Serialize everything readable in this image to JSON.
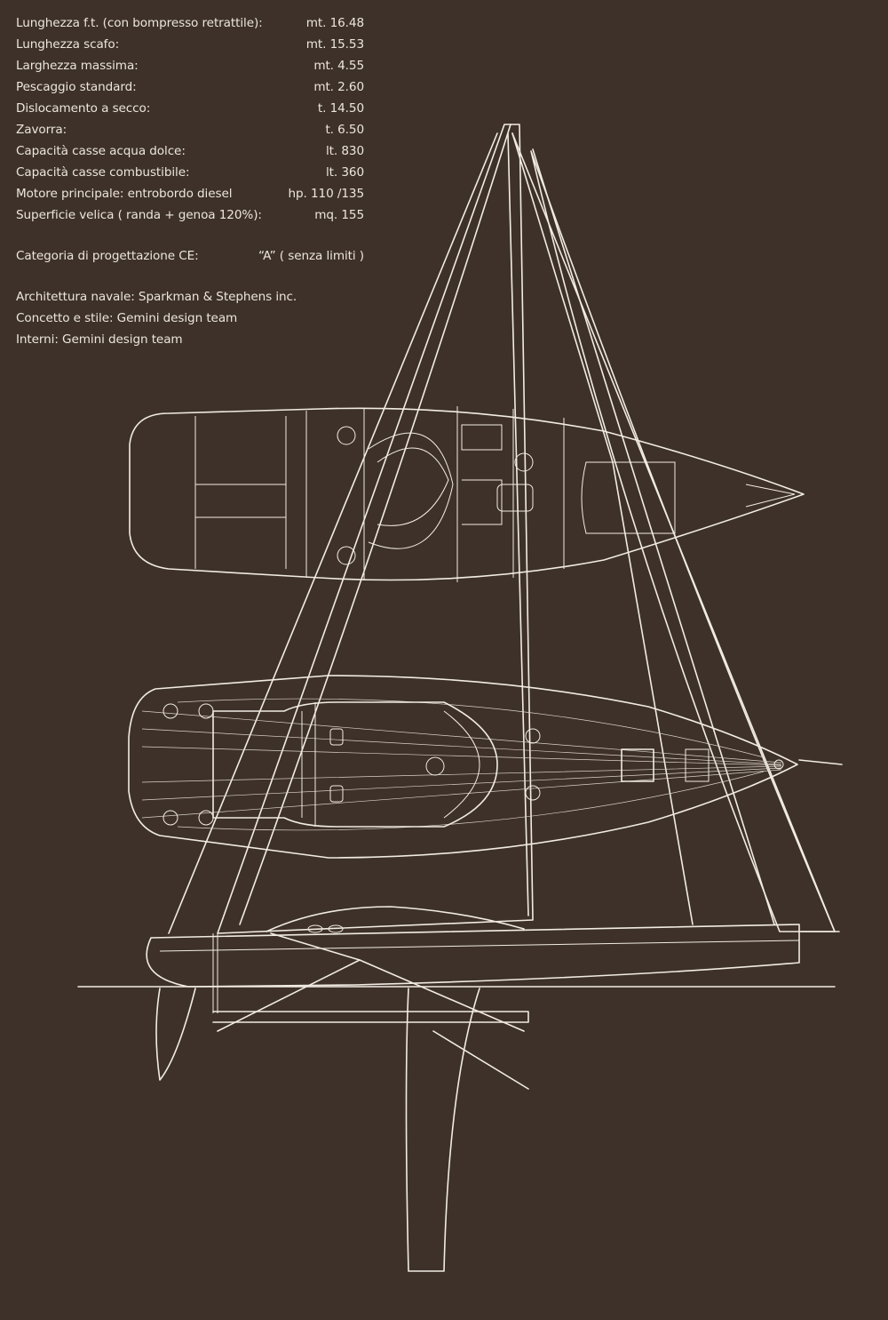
{
  "specs": {
    "rows": [
      {
        "label": "Lunghezza f.t. (con bompresso retrattile):",
        "value": "mt. 16.48"
      },
      {
        "label": "Lunghezza scafo:",
        "value": "mt. 15.53"
      },
      {
        "label": "Larghezza massima:",
        "value": "mt. 4.55"
      },
      {
        "label": "Pescaggio standard:",
        "value": "mt. 2.60"
      },
      {
        "label": "Dislocamento a secco:",
        "value": "t. 14.50"
      },
      {
        "label": "Zavorra:",
        "value": "t. 6.50"
      },
      {
        "label": "Capacità casse acqua dolce:",
        "value": "lt. 830"
      },
      {
        "label": "Capacità casse combustibile:",
        "value": "lt. 360"
      },
      {
        "label": "Motore principale: entrobordo diesel",
        "value": "hp. 110 /135"
      },
      {
        "label": "Superficie velica ( randa + genoa 120%):",
        "value": "mq. 155"
      }
    ],
    "category": {
      "label": "Categoria di progettazione CE:",
      "value": "“A” ( senza limiti )"
    },
    "credits": [
      "Architettura navale: Sparkman & Stephens inc.",
      "Concetto e stile: Gemini design team",
      "Interni: Gemini design team"
    ]
  },
  "colors": {
    "background": "#3e312a",
    "line": "#f1ece3"
  }
}
